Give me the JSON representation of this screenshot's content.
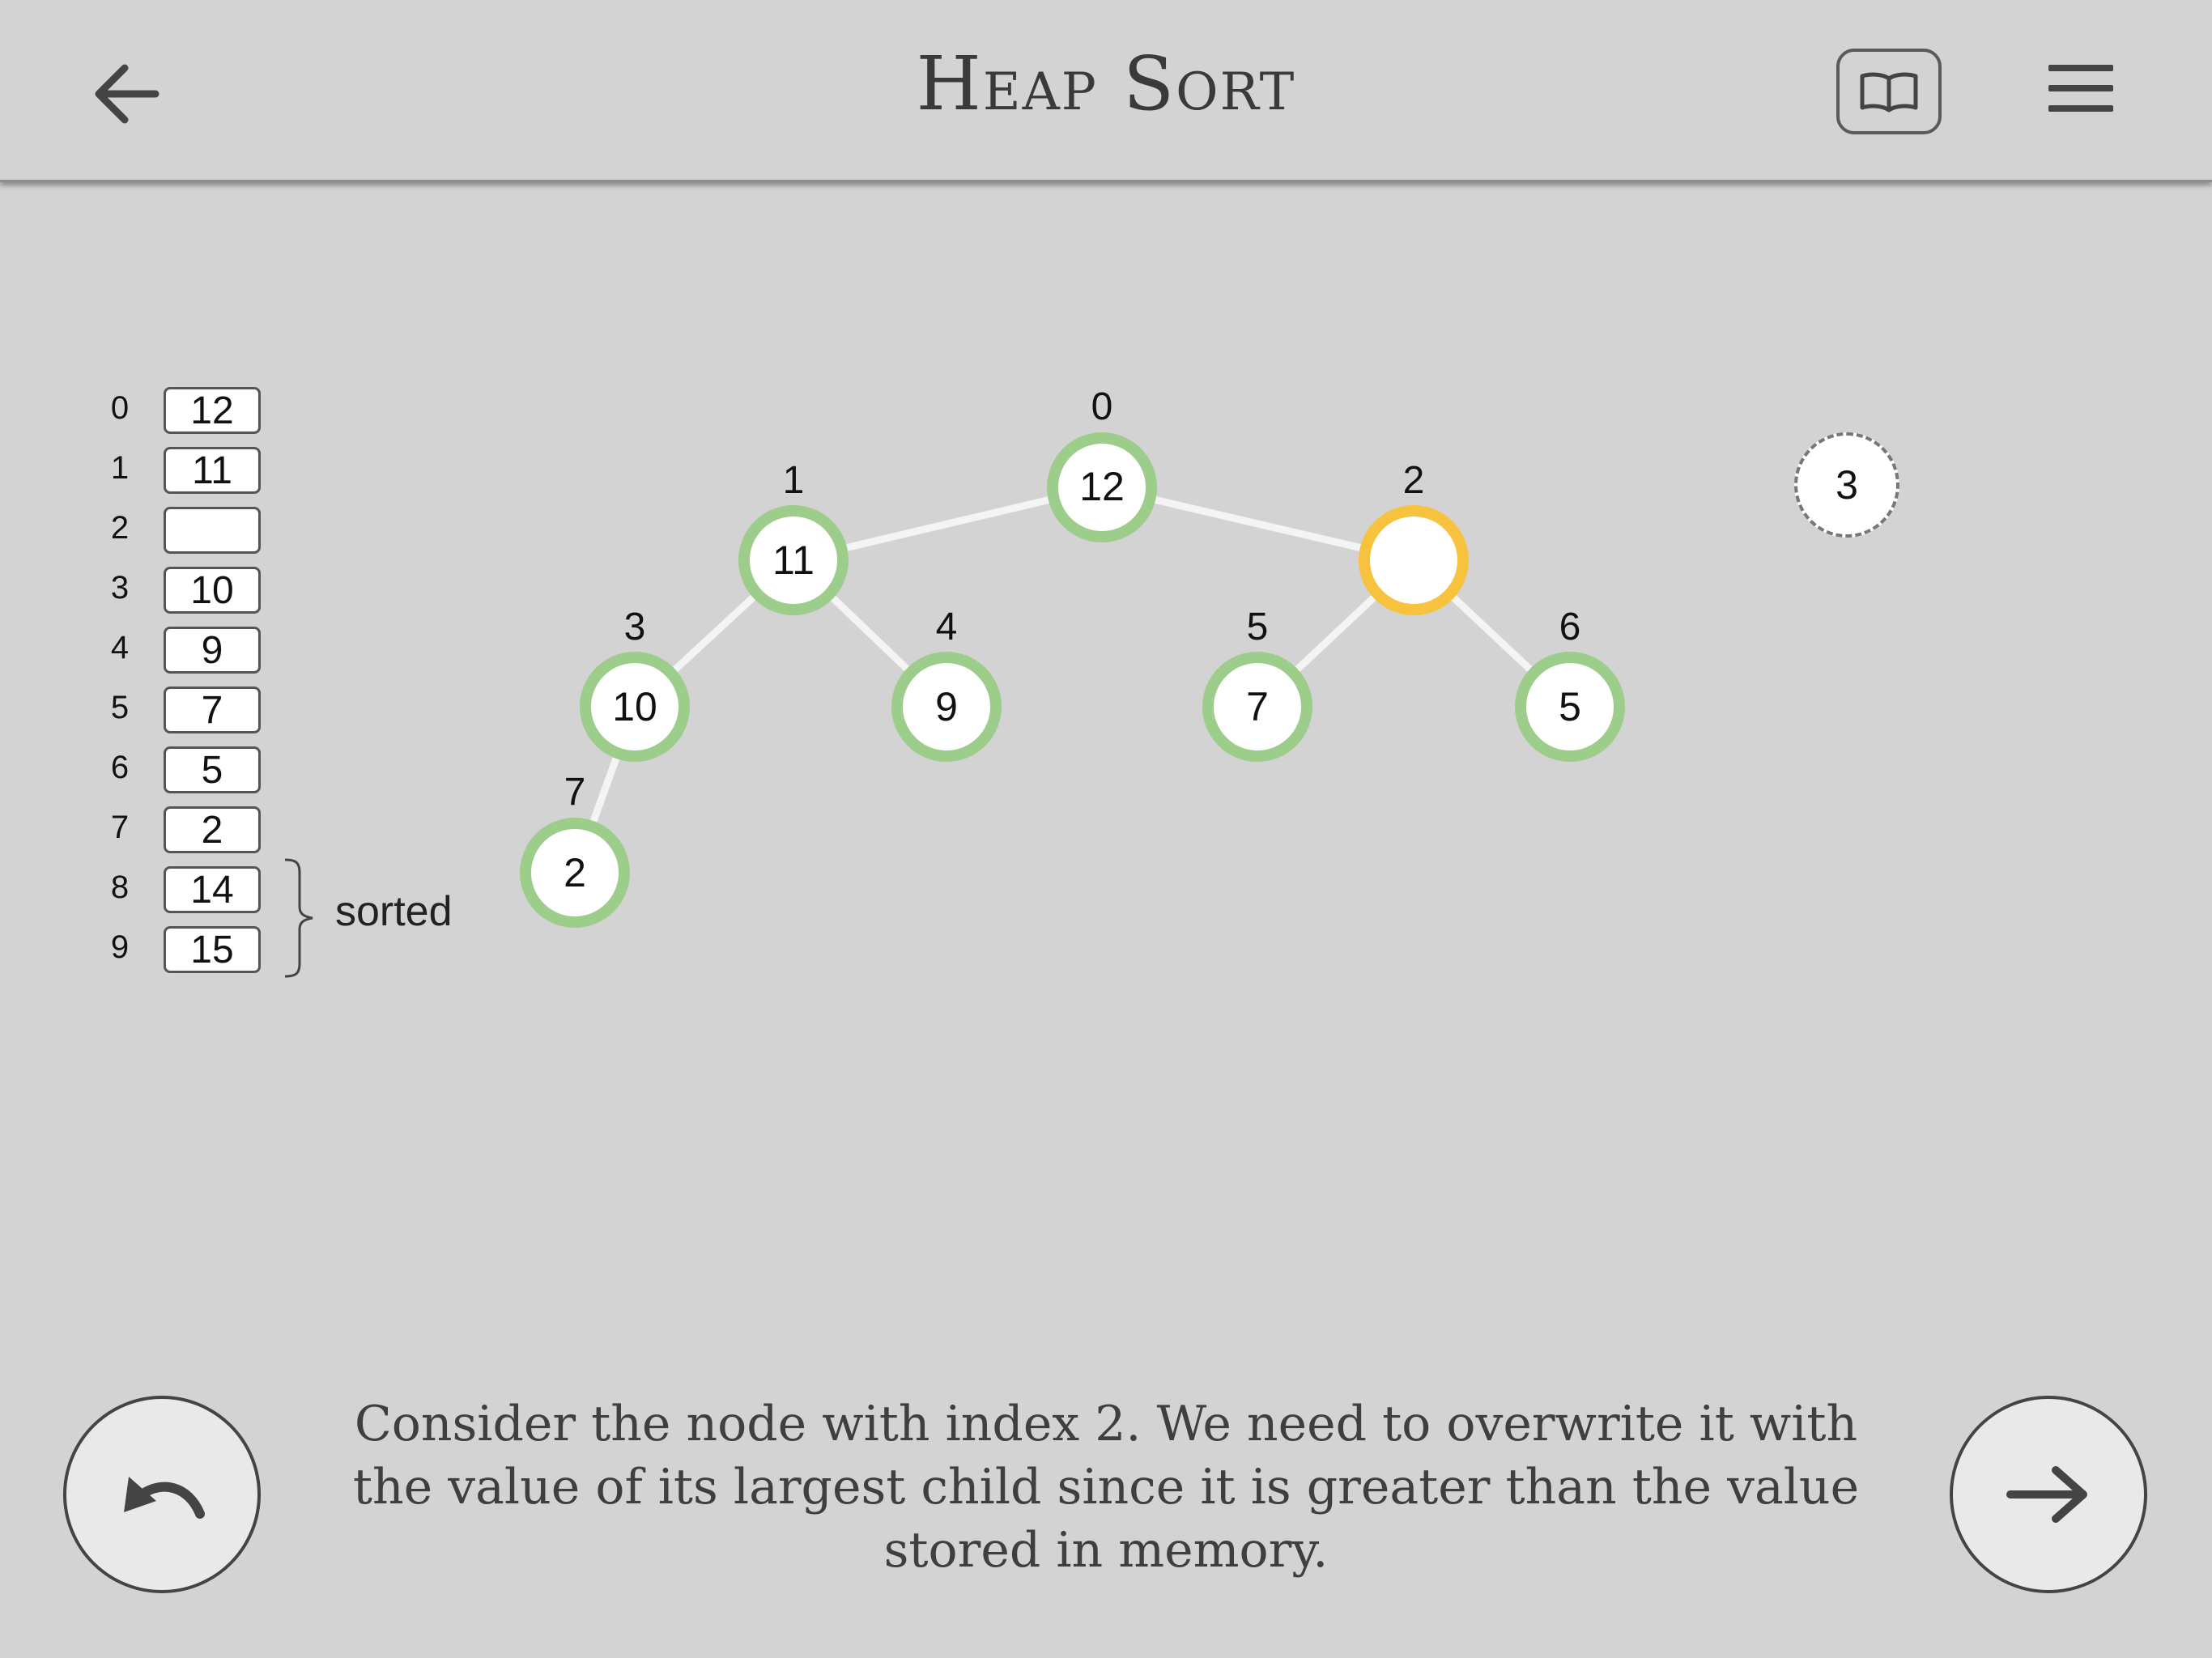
{
  "header": {
    "title": "Heap Sort",
    "back_icon": "arrow-left-icon",
    "book_icon": "book-icon",
    "menu_icon": "hamburger-menu-icon"
  },
  "array": {
    "indices": [
      "0",
      "1",
      "2",
      "3",
      "4",
      "5",
      "6",
      "7",
      "8",
      "9"
    ],
    "values": [
      "12",
      "11",
      "",
      "10",
      "9",
      "7",
      "5",
      "2",
      "14",
      "15"
    ],
    "sorted_label": "sorted"
  },
  "tree": {
    "nodes": [
      {
        "index": "0",
        "value": "12",
        "state": "heap"
      },
      {
        "index": "1",
        "value": "11",
        "state": "heap"
      },
      {
        "index": "2",
        "value": "",
        "state": "current"
      },
      {
        "index": "3",
        "value": "10",
        "state": "heap"
      },
      {
        "index": "4",
        "value": "9",
        "state": "heap"
      },
      {
        "index": "5",
        "value": "7",
        "state": "heap"
      },
      {
        "index": "6",
        "value": "5",
        "state": "heap"
      },
      {
        "index": "7",
        "value": "2",
        "state": "heap"
      }
    ],
    "memory_value": "3",
    "colors": {
      "heap_ring": "#9dcd8b",
      "current_ring": "#f7c23d",
      "node_fill": "#ffffff",
      "edge": "#f4f4f4"
    }
  },
  "footer": {
    "message": "Consider the node with index 2. We need to overwrite it with the value of its largest child since it is greater than the value stored in memory.",
    "undo_icon": "undo-icon",
    "next_icon": "arrow-right-icon"
  }
}
